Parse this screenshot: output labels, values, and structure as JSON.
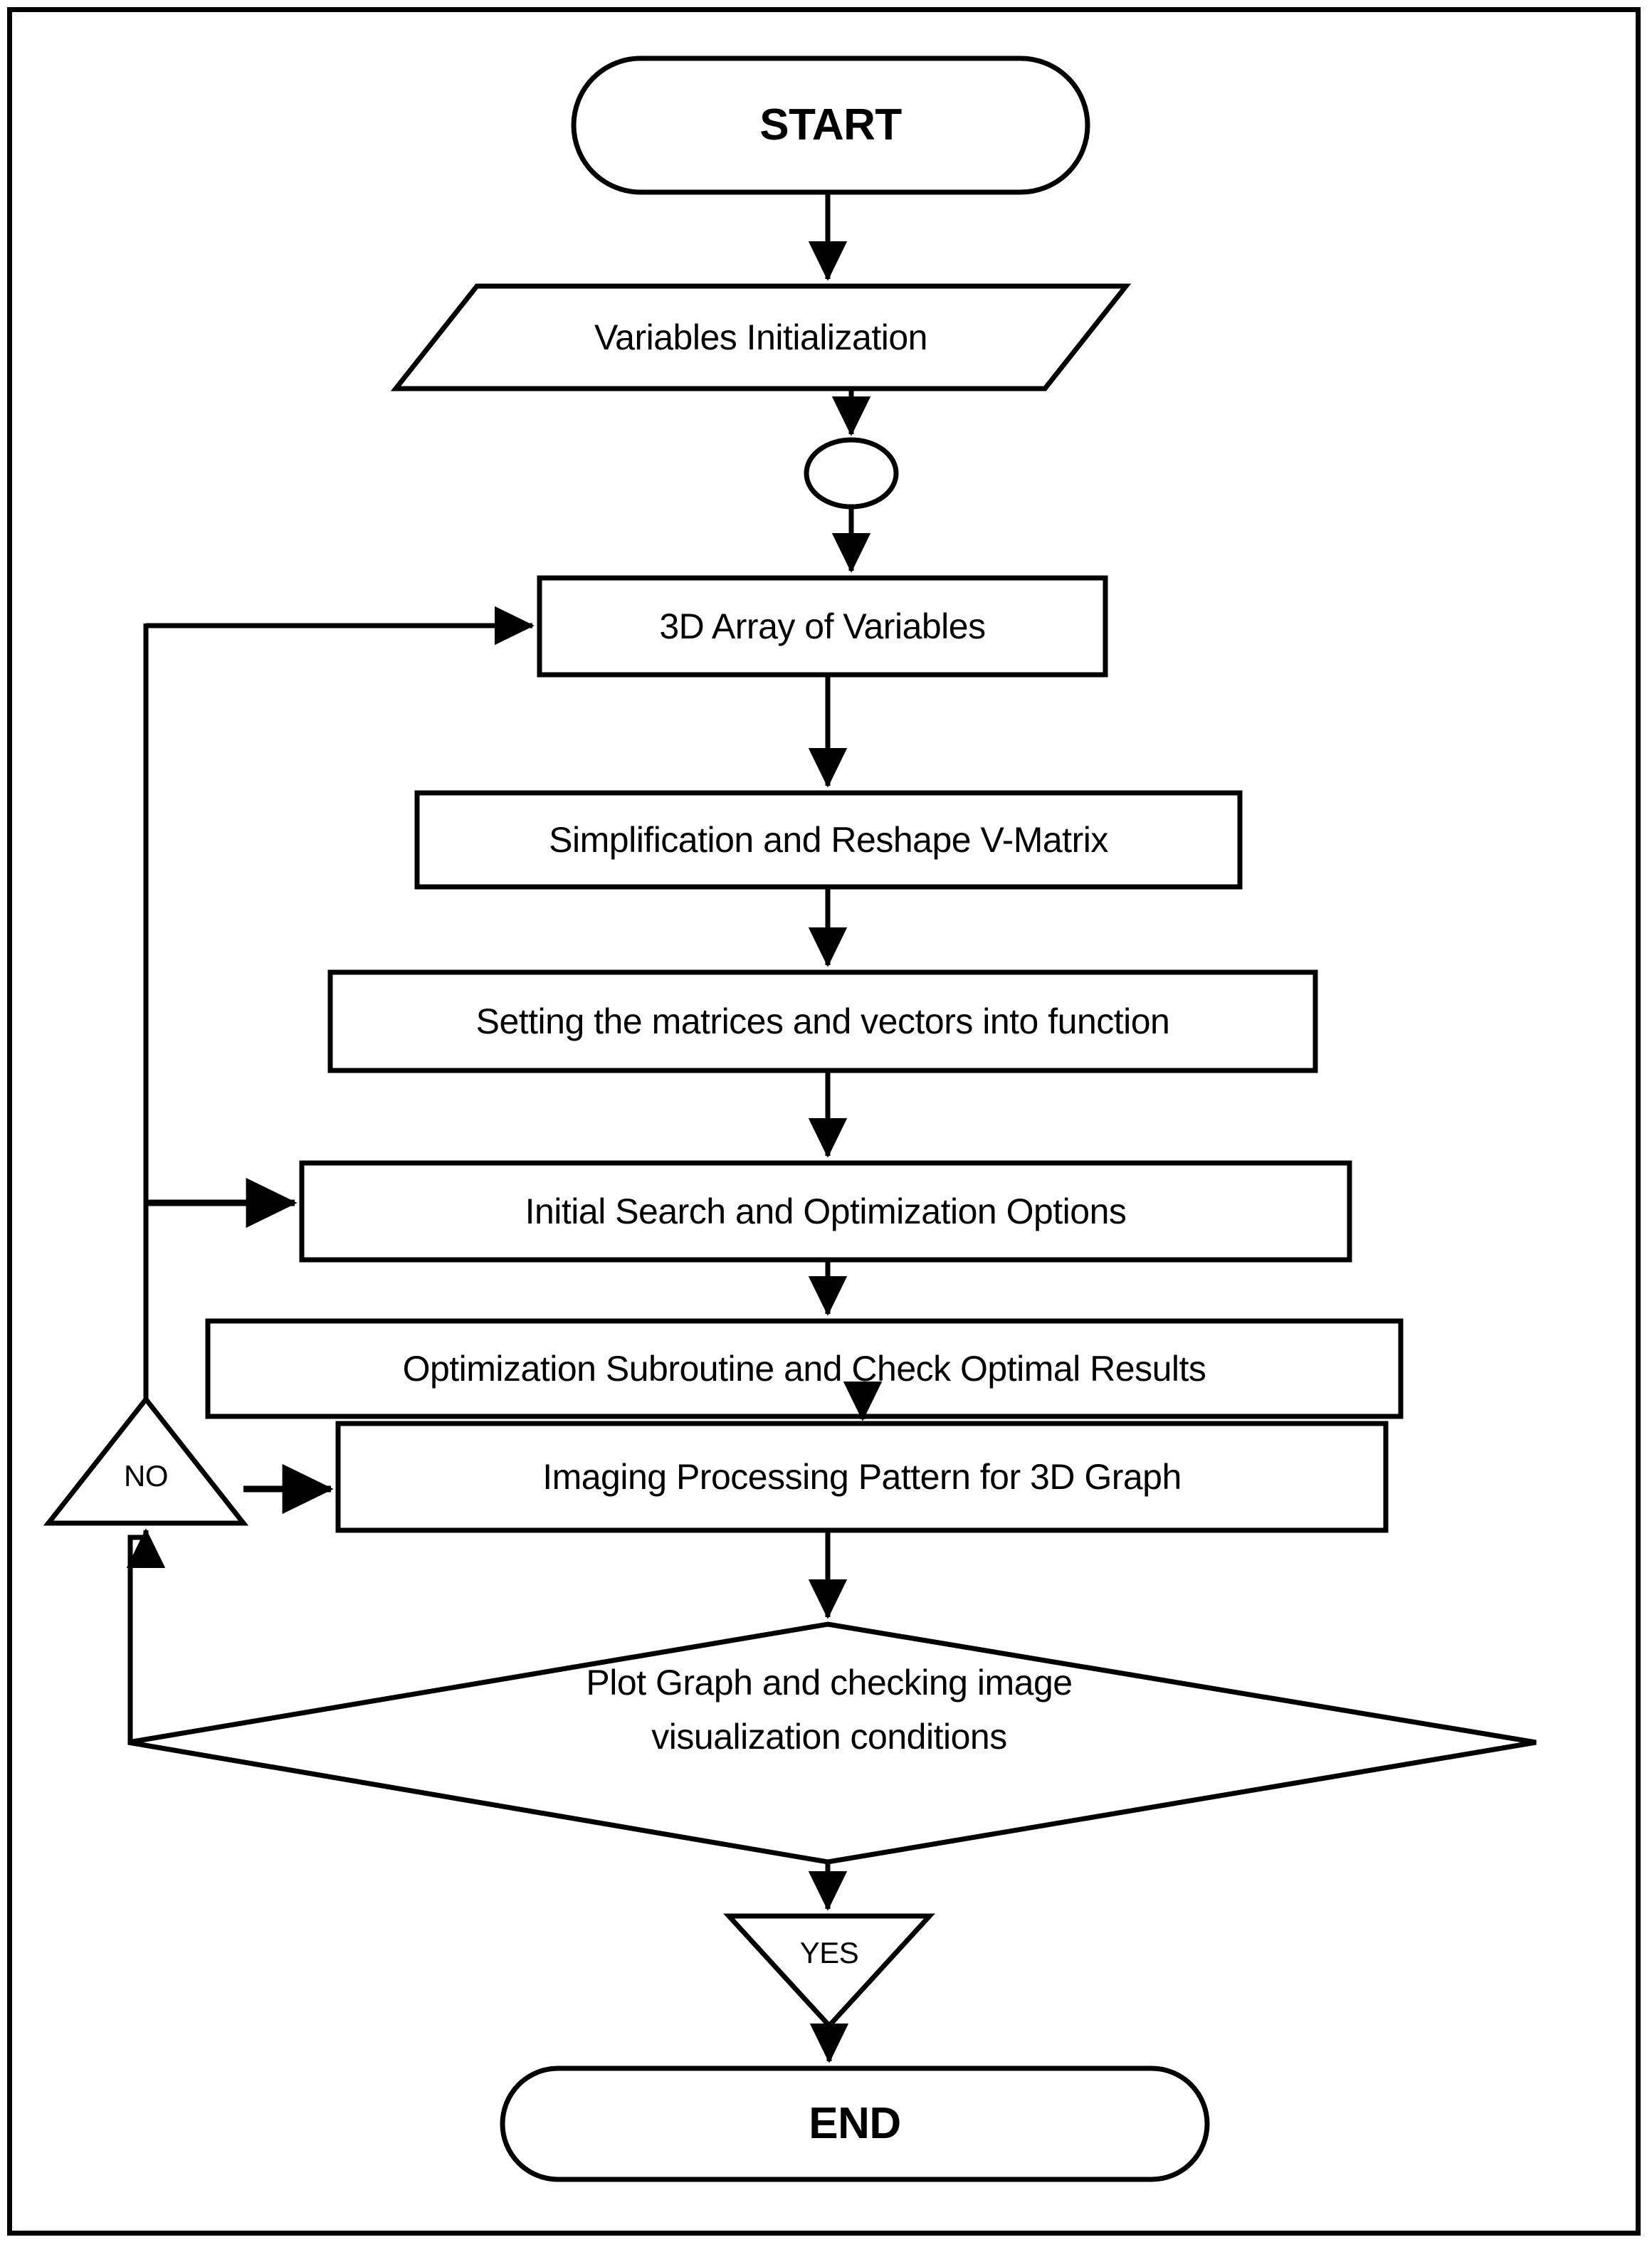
{
  "diagram": {
    "title": "Optimization and 3D Graph Plotting Flowchart",
    "stroke_color": "#000000",
    "fill_color": "#ffffff",
    "border_color": "#000000"
  },
  "nodes": {
    "start": {
      "label": "START",
      "shape": "terminator"
    },
    "variables_initialization": {
      "label": "Variables Initialization",
      "shape": "parallelogram"
    },
    "connector": {
      "label": "",
      "shape": "ellipse-connector"
    },
    "array_3d": {
      "label": "3D Array of Variables",
      "shape": "process"
    },
    "simplification": {
      "label": "Simplification and Reshape V-Matrix",
      "shape": "process"
    },
    "setting_matrices": {
      "label": "Setting the matrices and vectors into function",
      "shape": "process"
    },
    "initial_search": {
      "label": "Initial Search and Optimization Options",
      "shape": "process"
    },
    "optimization_subroutine": {
      "label": "Optimization Subroutine and Check Optimal Results",
      "shape": "process"
    },
    "imaging_processing": {
      "label": "Imaging Processing Pattern for 3D Graph",
      "shape": "process"
    },
    "plot_decision": {
      "label_line1": "Plot Graph and checking image",
      "label_line2": "visualization conditions",
      "shape": "decision-diamond"
    },
    "branch_no": {
      "label": "NO",
      "shape": "triangle-up"
    },
    "branch_yes": {
      "label": "YES",
      "shape": "triangle-down"
    },
    "end": {
      "label": "END",
      "shape": "terminator"
    }
  },
  "edges": [
    {
      "from": "start",
      "to": "variables_initialization",
      "kind": "arrow-down"
    },
    {
      "from": "variables_initialization",
      "to": "connector",
      "kind": "arrow-down"
    },
    {
      "from": "connector",
      "to": "array_3d",
      "kind": "arrow-down"
    },
    {
      "from": "array_3d",
      "to": "simplification",
      "kind": "arrow-down"
    },
    {
      "from": "simplification",
      "to": "setting_matrices",
      "kind": "arrow-down"
    },
    {
      "from": "setting_matrices",
      "to": "initial_search",
      "kind": "arrow-down"
    },
    {
      "from": "initial_search",
      "to": "optimization_subroutine",
      "kind": "arrow-down"
    },
    {
      "from": "optimization_subroutine",
      "to": "imaging_processing",
      "kind": "arrow-down"
    },
    {
      "from": "imaging_processing",
      "to": "plot_decision",
      "kind": "arrow-down"
    },
    {
      "from": "plot_decision",
      "to": "branch_no",
      "kind": "feedback-left-up"
    },
    {
      "from": "branch_no",
      "to": "imaging_processing",
      "kind": "arrow-right"
    },
    {
      "from": "branch_no",
      "to": "initial_search",
      "kind": "loop-up-right"
    },
    {
      "from": "branch_no",
      "to": "array_3d",
      "kind": "loop-up-right"
    },
    {
      "from": "plot_decision",
      "to": "branch_yes",
      "kind": "arrow-down"
    },
    {
      "from": "branch_yes",
      "to": "end",
      "kind": "arrow-down"
    }
  ]
}
